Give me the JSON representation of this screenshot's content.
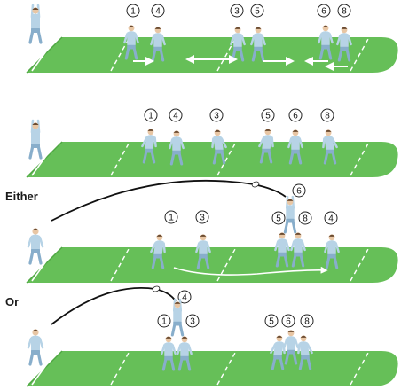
{
  "colors": {
    "pitch": "#66bf58",
    "pitch_dark": "#4fa843",
    "line": "#ffffff",
    "player": "#b7d3e6",
    "player_shade": "#88aecb",
    "skin": "#e8c6a4",
    "ball_arc": "#111111"
  },
  "labels": {
    "either": "Either",
    "or": "Or"
  },
  "panels": [
    {
      "id": "panel-1",
      "numbers": [
        "1",
        "4",
        "3",
        "5",
        "6",
        "8"
      ]
    },
    {
      "id": "panel-2",
      "numbers": [
        "1",
        "4",
        "3",
        "5",
        "6",
        "8"
      ]
    },
    {
      "id": "panel-3",
      "numbers": [
        "6",
        "1",
        "3",
        "5",
        "8",
        "4"
      ]
    },
    {
      "id": "panel-4",
      "numbers": [
        "4",
        "1",
        "3",
        "5",
        "6",
        "8"
      ]
    }
  ]
}
